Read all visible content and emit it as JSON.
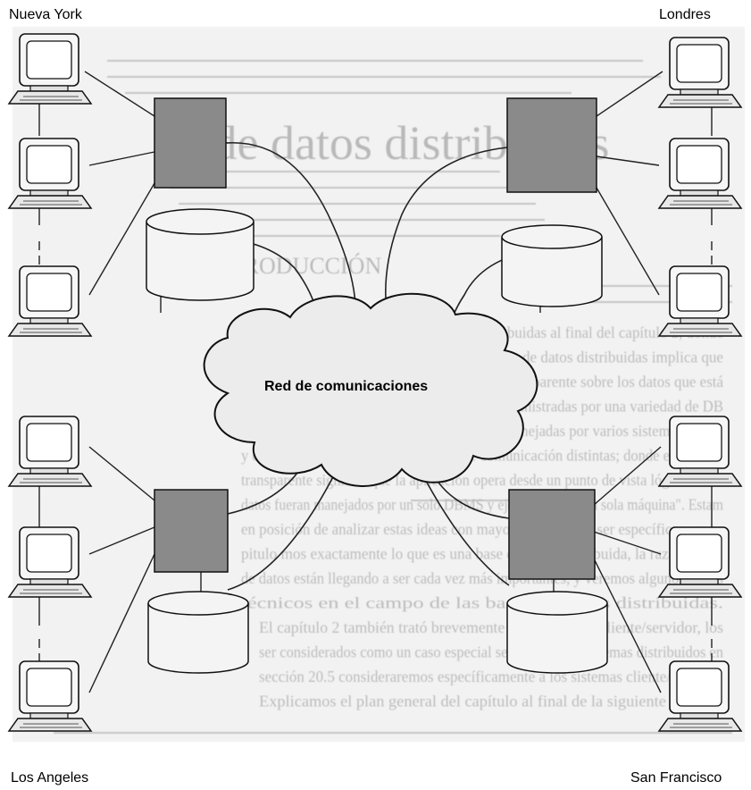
{
  "cities": {
    "top_left": "Nueva York",
    "top_right": "Londres",
    "bottom_left": "Los Angeles",
    "bottom_right": "San Francisco"
  },
  "network_label": "Red de comunicaciones",
  "background_text": {
    "title_fragment": "es de datos distribuidas",
    "section_fragment": "NTRODUCCIÓN",
    "paragraph_lines": [
      "Tocamos el tema de las bases de datos distribuidas al final del capítulo 2, donde",
      "(permitir) \"el soporte completo para las bases de datos distribuidas implica que",
      "cación debe ser capaz de operar de manera transparente sobre los datos que está",
      "una variedad de bases de datos diferentes, administradas por una variedad de DB",
      "ejecutadas en diversas máquinas diferentes, manejadas por varios sistemas operat",
      "y conectadas a una variedad de redes de comunicación distintas; donde el término",
      "transparente significa que la aplicación opera desde un punto de vista lógico como",
      "datos fueran manejados por un solo DBMS y ejecutados en una sola máquina\". Estam",
      "en posición de analizar estas ideas con mayor detalle. Para ser específicos, en es",
      "pitulo mos exactamente lo que es una base de datos distribuida, la razón por la",
      "de datos están llegando a ser cada vez más importantes, y veremos algunos de los",
      "técnicos en el campo de las bases de datos distribuidas.",
      "El capítulo 2 también trató brevemente a los sistemas cliente/servidor, los",
      "ser considerados como un caso especial sencillo de los sistemas distribuidos en",
      "sección 20.5 consideraremos específicamente a los sistemas cliente/servidor.",
      "Explicamos el plan general del capítulo al final de la siguiente sección."
    ]
  }
}
